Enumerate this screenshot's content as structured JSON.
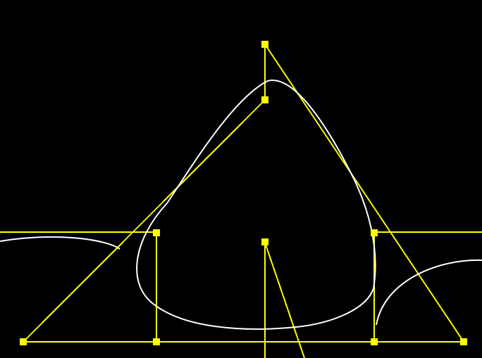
{
  "canvas": {
    "background": "#000000",
    "guide_color": "#ffff00",
    "control_point_color": "#ffff00",
    "curve_color": "#ffffff"
  },
  "control_points": [
    {
      "id": "apex-top",
      "icon": "square-handle"
    },
    {
      "id": "apex-inner",
      "icon": "square-handle"
    },
    {
      "id": "mid-left",
      "icon": "square-handle"
    },
    {
      "id": "mid-right",
      "icon": "square-handle"
    },
    {
      "id": "center",
      "icon": "square-handle"
    },
    {
      "id": "base-left-outer",
      "icon": "square-handle"
    },
    {
      "id": "base-left-inner",
      "icon": "square-handle"
    },
    {
      "id": "base-right-inner",
      "icon": "square-handle"
    },
    {
      "id": "base-right-outer",
      "icon": "square-handle"
    }
  ]
}
